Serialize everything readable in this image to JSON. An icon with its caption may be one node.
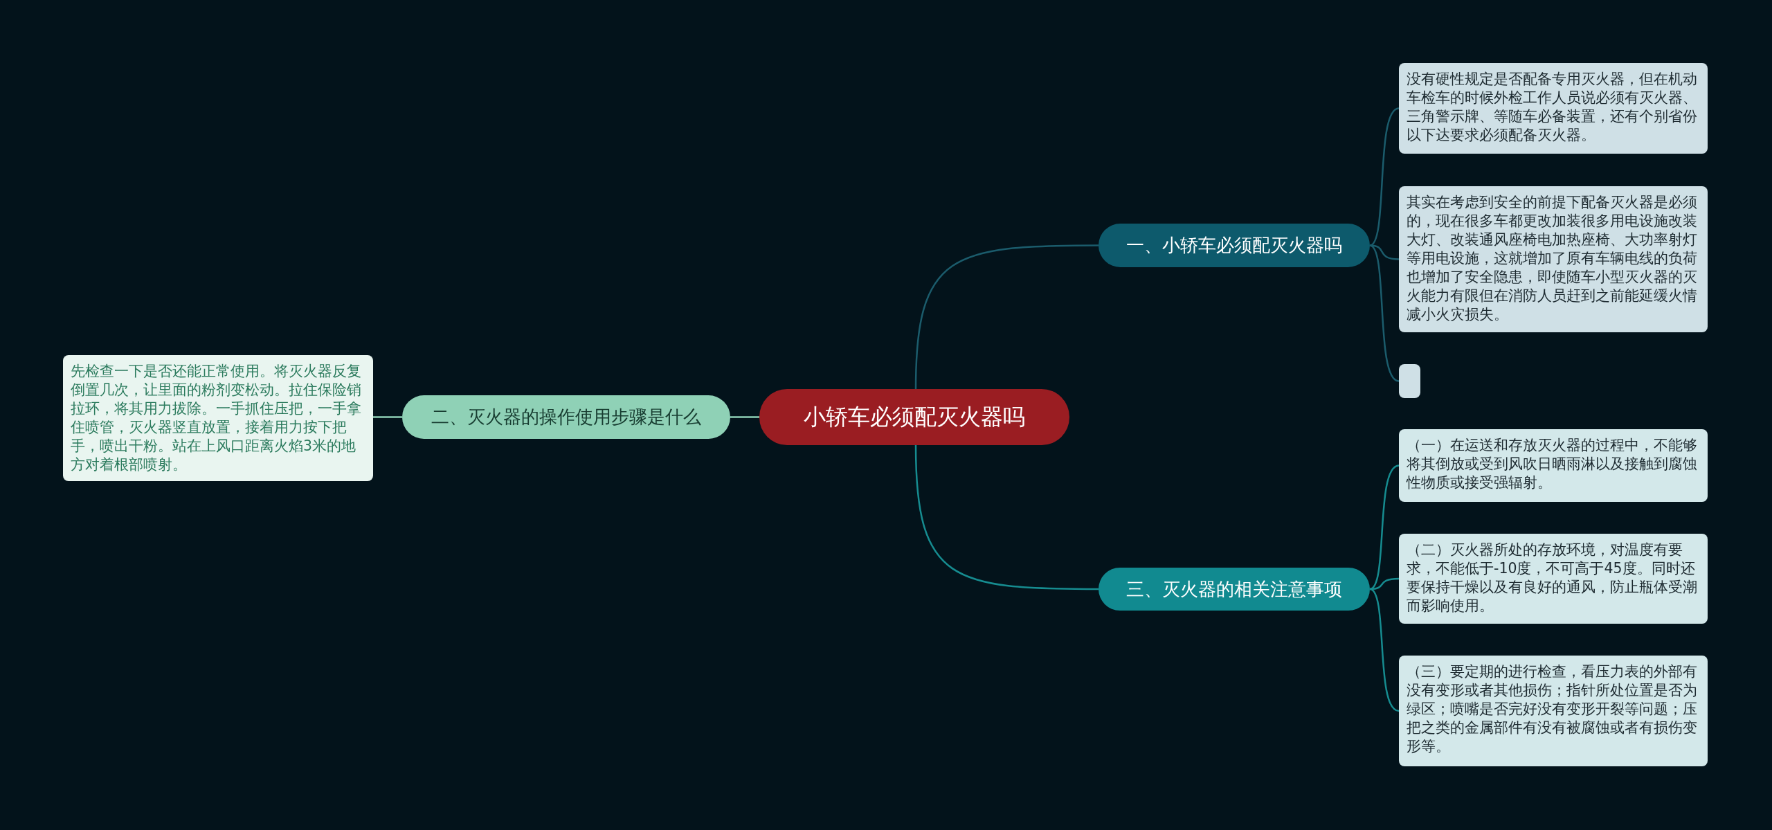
{
  "diagram": {
    "nodes": [
      {
        "text": [
          "小轿车必须配灭火器吗"
        ]
      },
      {
        "text": [
          "一、小轿车必须配灭火器吗"
        ]
      },
      {
        "text": [
          "没有硬性规定是否配备专用灭火器，但在机动车检车的时候外检工作人员说必须有灭火器、三角警示牌、等随车必备装置，还有个别省份以下达要求必须配备灭火器。"
        ]
      },
      {
        "text": [
          "其实在考虑到安全的前提下配备灭火器是必须的，现在很多车都更改加装很多用电设施改装大灯、改装通风座椅电加热座椅、大功率射灯等用电设施，这就增加了原有车辆电线的负荷也增加了安全隐患，即使随车小型灭火器的灭火能力有限但在消防人员赶到之前能延缓火情减小火灾损失。"
        ]
      },
      {
        "text": [],
        "shape": "box"
      },
      {
        "text": [
          "二、灭火器的操作使用步骤是什么"
        ]
      },
      {
        "text": [
          "先检查一下是否还能正常使用。将灭火器反复倒置几次，让里面的粉剂变松动。拉住保险销拉环，将其用力拔除。一手抓住压把，一手拿住喷管，灭火器竖直放置，接着用力按下把手，喷出干粉。站在上风口距离火焰3米的地方对着根部喷射。"
        ]
      },
      {
        "text": [
          "三、灭火器的相关注意事项"
        ]
      },
      {
        "text": [
          "（一）在运送和存放灭火器的过程中，不能够将其倒放或受到风吹日晒雨淋以及接触到腐蚀性物质或接受强辐射。"
        ]
      },
      {
        "text": [
          "（二）灭火器所处的存放环境，对温度有要求，不能低于-10度，不可高于45度。同时还要保持干燥以及有良好的通风，防止瓶体受潮而影响使用。"
        ]
      },
      {
        "text": [
          "（三）要定期的进行检查，看压力表的外部有没有变形或者其他损伤；指针所处位置是否为绿区；喷嘴是否完好没有变形开裂等问题；压把之类的金属部件有没有被腐蚀或者有损伤变形等。"
        ]
      }
    ],
    "edges": [
      {
        "from": 0,
        "to": 1,
        "arrow": "none"
      },
      {
        "from": 1,
        "to": 2,
        "arrow": "none"
      },
      {
        "from": 1,
        "to": 3,
        "arrow": "none"
      },
      {
        "from": 1,
        "to": 4,
        "arrow": "none"
      },
      {
        "from": 0,
        "to": 5,
        "arrow": "none",
        "color": "#8fd1b6"
      },
      {
        "from": 5,
        "to": 6,
        "arrow": "none",
        "color": "#8fd1b6"
      },
      {
        "from": 0,
        "to": 7,
        "arrow": "none"
      },
      {
        "from": 7,
        "to": 8,
        "arrow": "none"
      },
      {
        "from": 7,
        "to": 9,
        "arrow": "none"
      },
      {
        "from": 7,
        "to": 10,
        "arrow": "none"
      }
    ]
  }
}
